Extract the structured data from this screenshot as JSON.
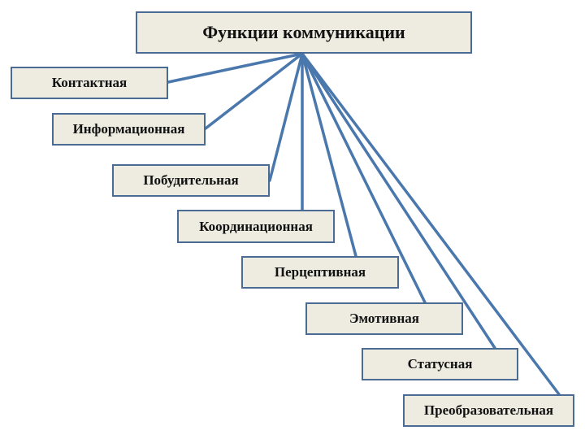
{
  "colors": {
    "box_fill": "#eeece1",
    "box_border": "#4a6b93",
    "connector": "#4a78ad",
    "text": "#111111"
  },
  "root": {
    "label": "Функции коммуникации"
  },
  "functions": [
    {
      "label": "Контактная"
    },
    {
      "label": "Информационная"
    },
    {
      "label": "Побудительная"
    },
    {
      "label": "Координационная"
    },
    {
      "label": "Перцептивная"
    },
    {
      "label": "Эмотивная"
    },
    {
      "label": "Статусная"
    },
    {
      "label": "Преобразовательная"
    }
  ]
}
